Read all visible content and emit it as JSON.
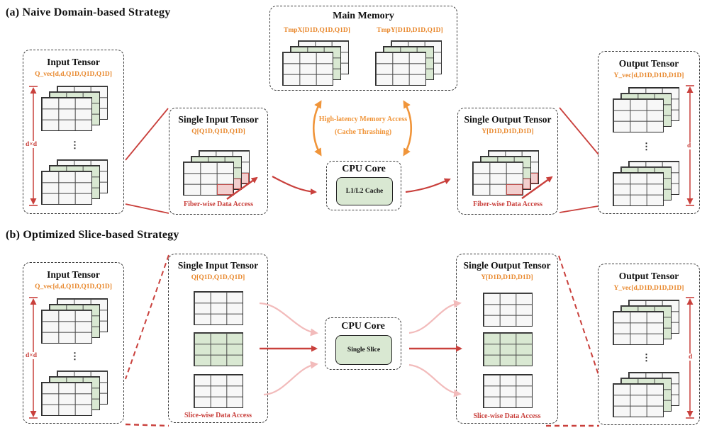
{
  "a": {
    "title": "(a) Naive Domain-based Strategy",
    "input_tensor": {
      "title": "Input Tensor",
      "label": "Q_vec[d,d,Q1D,Q1D,Q1D]",
      "dim": "d×d",
      "dots": "⋮"
    },
    "single_input": {
      "title": "Single Input Tensor",
      "label": "Q[Q1D,Q1D,Q1D]",
      "caption": "Fiber-wise Data Access"
    },
    "main_memory": {
      "title": "Main Memory",
      "tmpx_label": "TmpX[D1D,Q1D,Q1D]",
      "tmpy_label": "TmpY[D1D,D1D,Q1D]"
    },
    "memory_access": {
      "line1": "High-latency Memory Access",
      "line2": "(Cache Thrashing)"
    },
    "cpu": {
      "title": "CPU Core",
      "cache_label": "L1/L2 Cache"
    },
    "single_output": {
      "title": "Single Output Tensor",
      "label": "Y[D1D,D1D,D1D]",
      "caption": "Fiber-wise Data Access"
    },
    "output_tensor": {
      "title": "Output Tensor",
      "label": "Y_vec[d,D1D,D1D,D1D]",
      "dim": "d",
      "dots": "⋮"
    }
  },
  "b": {
    "title": "(b) Optimized Slice-based Strategy",
    "input_tensor": {
      "title": "Input Tensor",
      "label": "Q_vec[d,d,Q1D,Q1D,Q1D]",
      "dim": "d×d",
      "dots": "⋮"
    },
    "single_input": {
      "title": "Single Input Tensor",
      "label": "Q[Q1D,Q1D,Q1D]",
      "caption": "Slice-wise Data Access"
    },
    "cpu": {
      "title": "CPU Core",
      "slice_label": "Single Slice"
    },
    "single_output": {
      "title": "Single Output Tensor",
      "label": "Y[D1D,D1D,D1D]",
      "caption": "Slice-wise Data Access"
    },
    "output_tensor": {
      "title": "Output Tensor",
      "label": "Y_vec[d,D1D,D1D,D1D]",
      "dim": "d",
      "dots": "⋮"
    }
  },
  "colors": {
    "orange": "#E8872B",
    "red": "#C9403C",
    "pink": "#F2BBBB",
    "green_fill": "#D9E8D2",
    "grid_bg": "#F7F7F7"
  }
}
